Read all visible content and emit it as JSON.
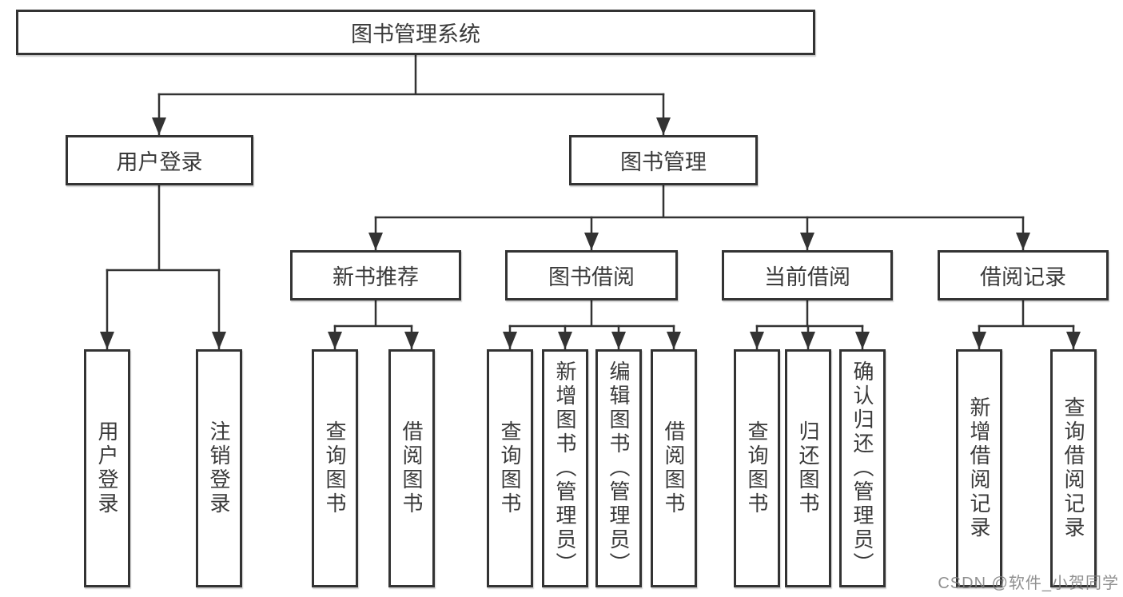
{
  "palette": {
    "line": "#333333",
    "text": "#3a3a3a",
    "background": "#ffffff",
    "watermark_gray": "#7d7d7d"
  },
  "tree": {
    "root": "图书管理系统",
    "level2": {
      "user_login": "用户登录",
      "book_mgmt": "图书管理"
    },
    "level3": {
      "new_book": "新书推荐",
      "book_borrow": "图书借阅",
      "current_borrow": "当前借阅",
      "borrow_record": "借阅记录"
    },
    "leaves": {
      "user_login_1": "用户登录",
      "user_login_2": "注销登录",
      "new_book_1": "查询图书",
      "new_book_2": "借阅图书",
      "book_borrow_1": "查询图书",
      "book_borrow_2": "新增图书（管理员）",
      "book_borrow_3": "编辑图书（管理员）",
      "book_borrow_4": "借阅图书",
      "current_1": "查询图书",
      "current_2": "归还图书",
      "current_3": "确认归还（管理员）",
      "record_1": "新增借阅记录",
      "record_2": "查询借阅记录"
    }
  },
  "watermark": "CSDN @软件_小贺同学"
}
